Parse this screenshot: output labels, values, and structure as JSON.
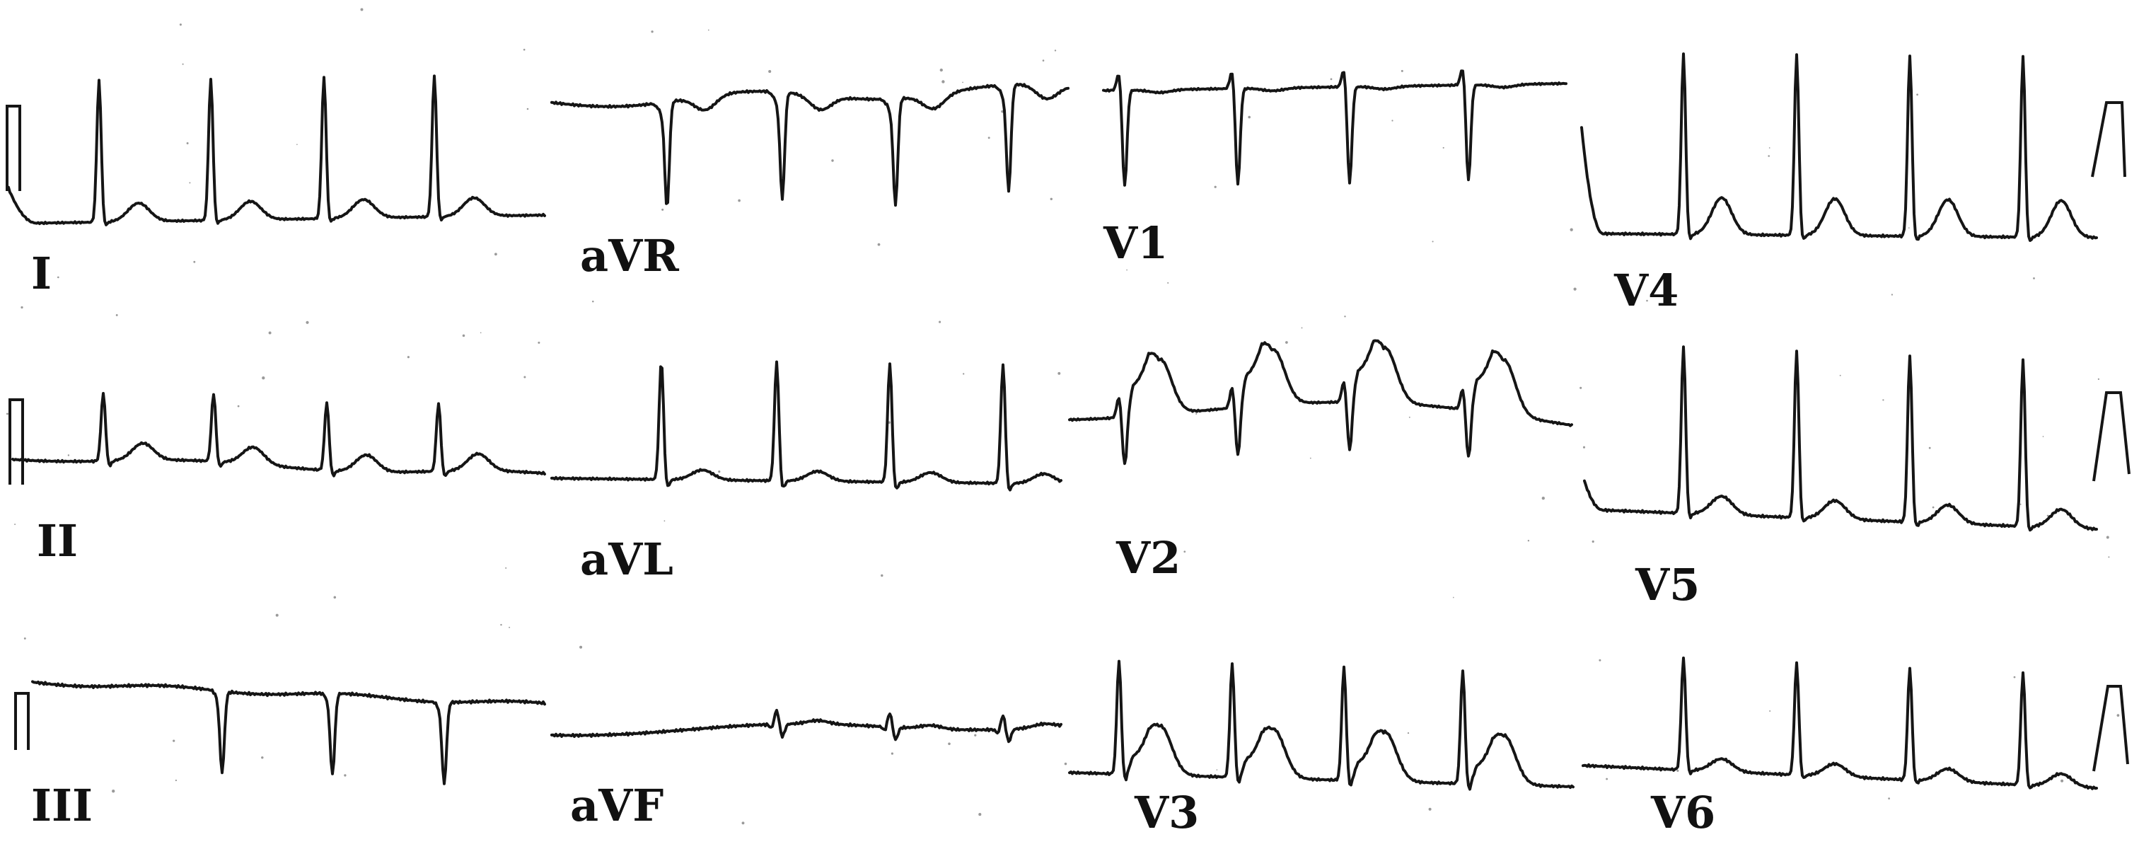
{
  "leads": [
    {
      "id": "I",
      "label": "I"
    },
    {
      "id": "aVR",
      "label": "aVR"
    },
    {
      "id": "V1",
      "label": "V1"
    },
    {
      "id": "V4",
      "label": "V4"
    },
    {
      "id": "II",
      "label": "II"
    },
    {
      "id": "aVL",
      "label": "aVL"
    },
    {
      "id": "V2",
      "label": "V2"
    },
    {
      "id": "V5",
      "label": "V5"
    },
    {
      "id": "III",
      "label": "III"
    },
    {
      "id": "aVF",
      "label": "aVF"
    },
    {
      "id": "V3",
      "label": "V3"
    },
    {
      "id": "V6",
      "label": "V6"
    }
  ]
}
